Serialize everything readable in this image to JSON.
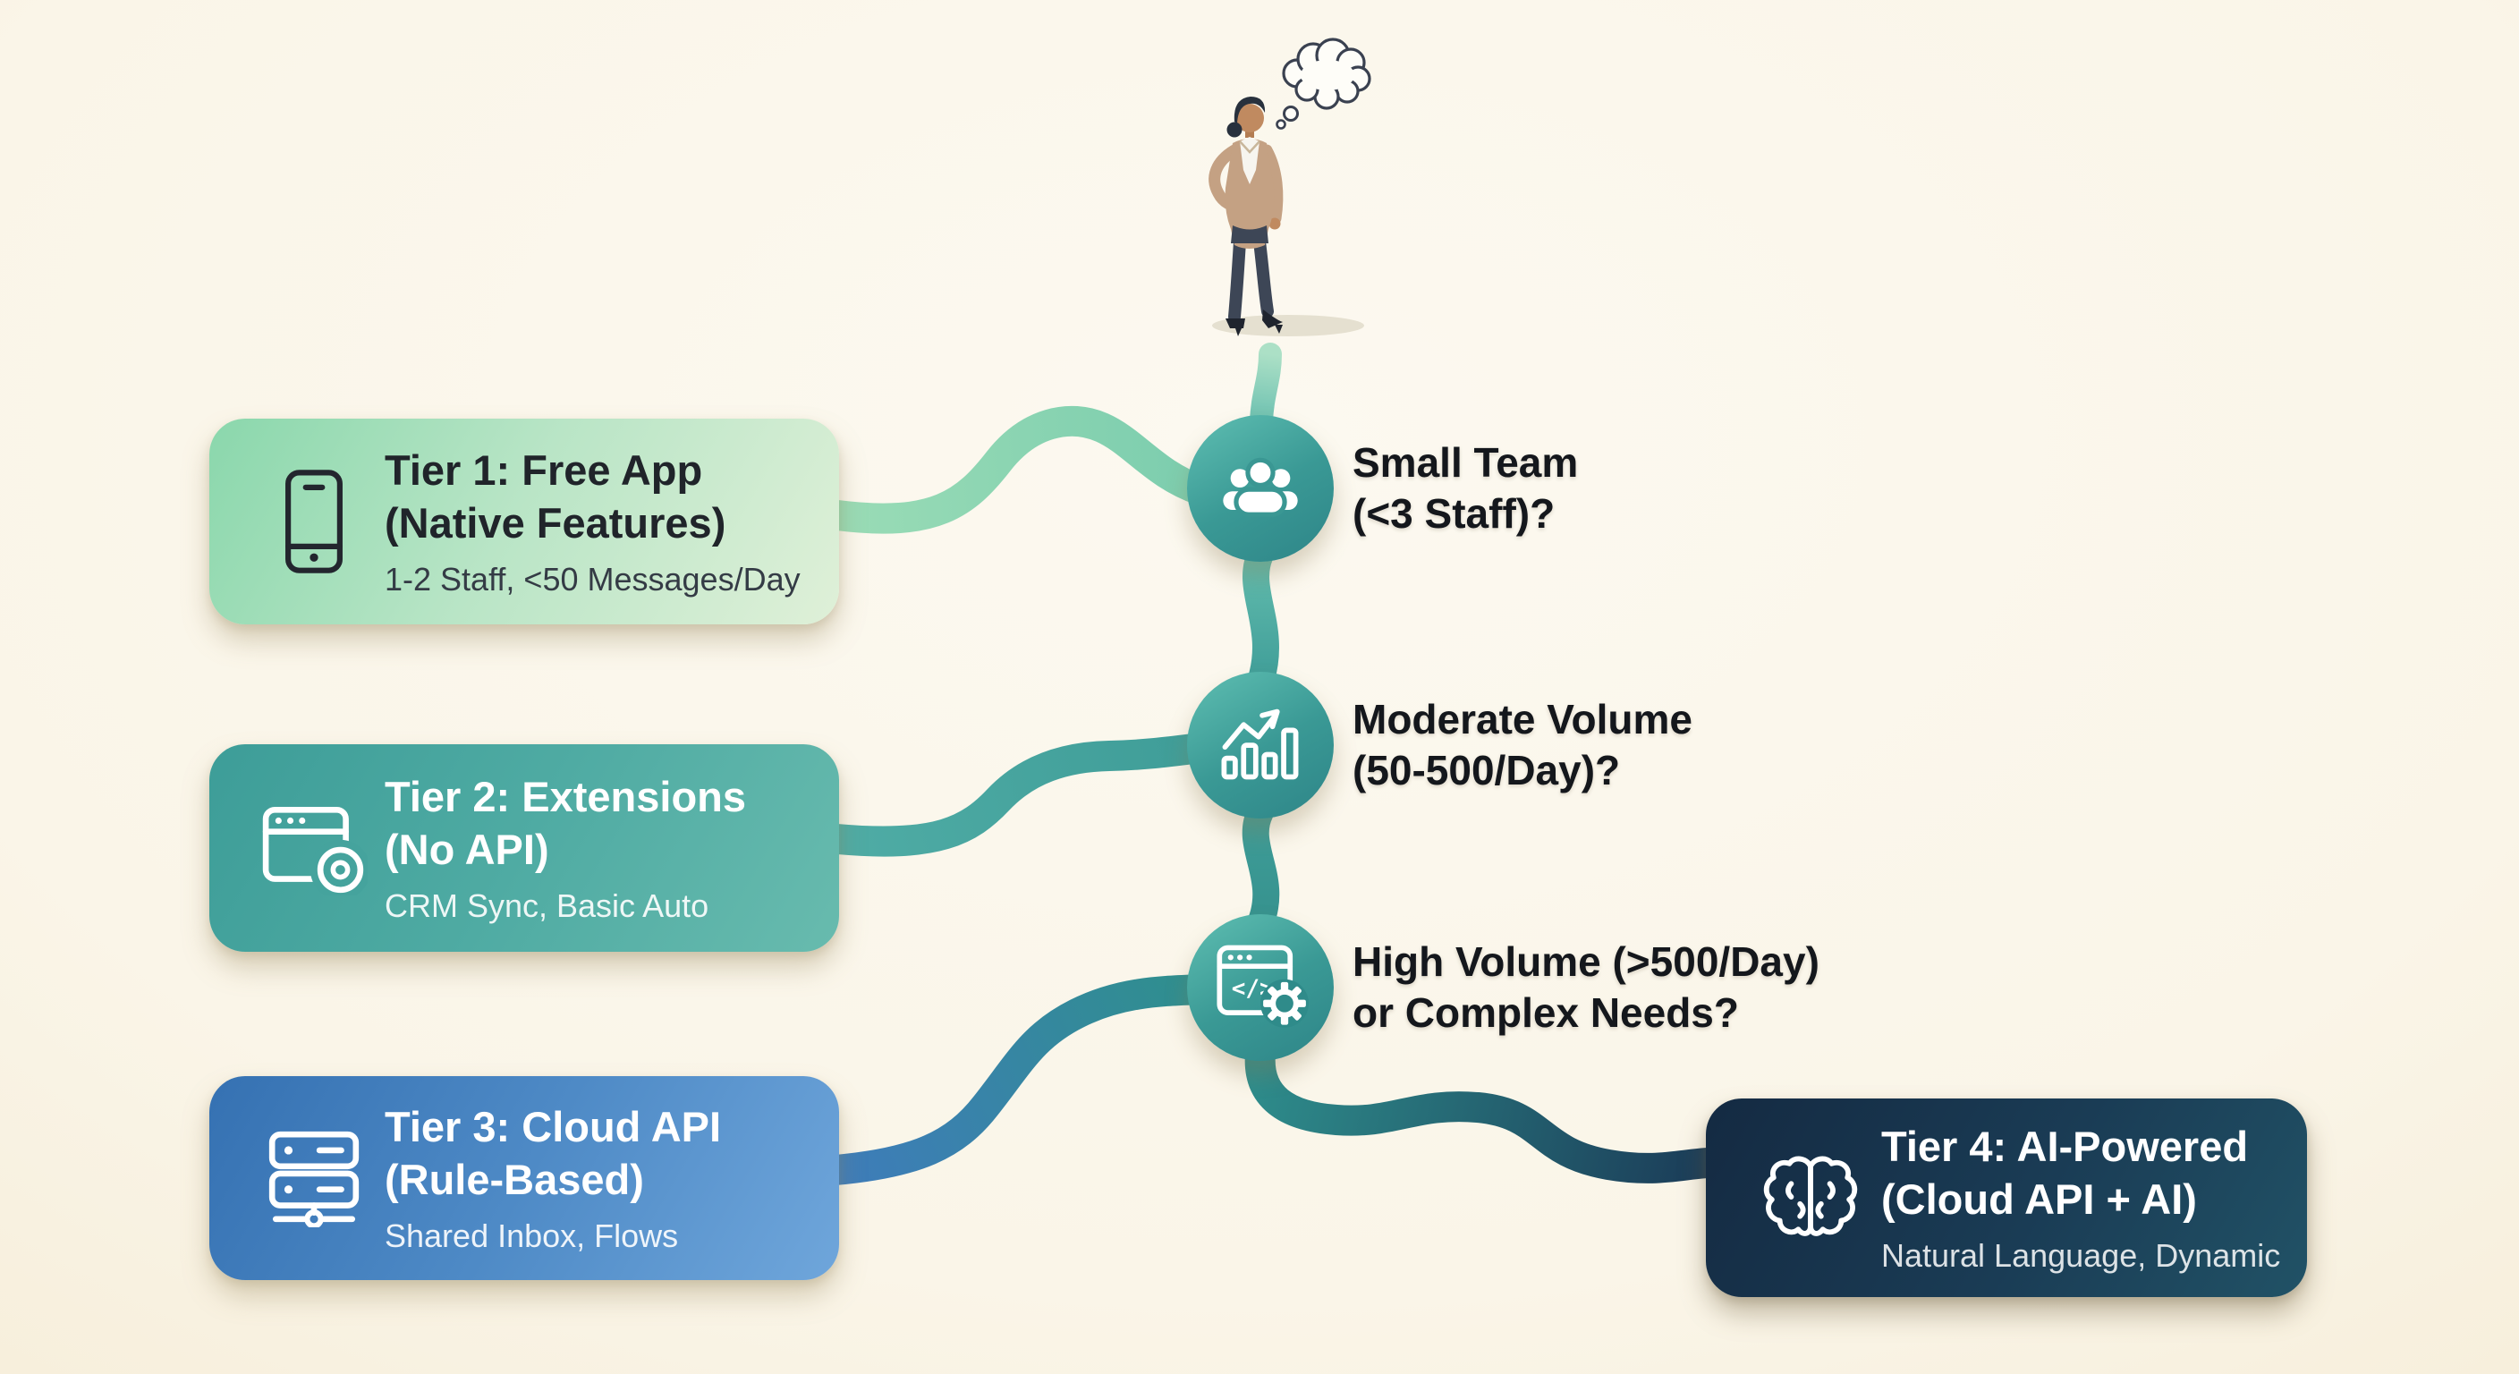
{
  "illustration": {
    "figure": "businesswoman-thinking",
    "elements": [
      "thought-bubble",
      "ground-shadow"
    ]
  },
  "decisions": [
    {
      "icon": "team-icon",
      "label_line1": "Small Team",
      "label_line2": "(<3 Staff)?"
    },
    {
      "icon": "bar-chart-icon",
      "label_line1": "Moderate Volume",
      "label_line2": "(50-500/Day)?"
    },
    {
      "icon": "code-window-gear-icon",
      "label_line1": "High Volume (>500/Day)",
      "label_line2": "or Complex Needs?"
    }
  ],
  "tiers": [
    {
      "icon": "smartphone-icon",
      "title_line1": "Tier 1: Free App",
      "title_line2": "(Native Features)",
      "subtitle": "1-2 Staff, <50 Messages/Day",
      "gradient_start": "#8AD7AC",
      "gradient_end": "#DFF0D8"
    },
    {
      "icon": "browser-extension-icon",
      "title_line1": "Tier 2: Extensions",
      "title_line2": "(No API)",
      "subtitle": "CRM Sync, Basic Auto",
      "gradient_start": "#3D9D98",
      "gradient_end": "#68BBAE"
    },
    {
      "icon": "server-stack-icon",
      "title_line1": "Tier 3: Cloud API",
      "title_line2": "(Rule-Based)",
      "subtitle": "Shared Inbox, Flows",
      "gradient_start": "#3571B2",
      "gradient_end": "#6FA6DB"
    },
    {
      "icon": "brain-icon",
      "title_line1": "Tier 4: AI-Powered",
      "title_line2": "(Cloud API + AI)",
      "subtitle": "Natural Language, Dynamic",
      "gradient_start": "#142A42",
      "gradient_end": "#215266"
    }
  ],
  "colors": {
    "background_center": "#FCF9F0",
    "background_edge": "#EFE2BF",
    "node_teal_light": "#5FBFB2",
    "node_teal_dark": "#2E8588",
    "connector_green": "#96D9B4",
    "connector_teal": "#48A6A0",
    "connector_blue": "#3E7CBA",
    "connector_navy": "#1B3C58",
    "decision_text": "#14171C"
  }
}
